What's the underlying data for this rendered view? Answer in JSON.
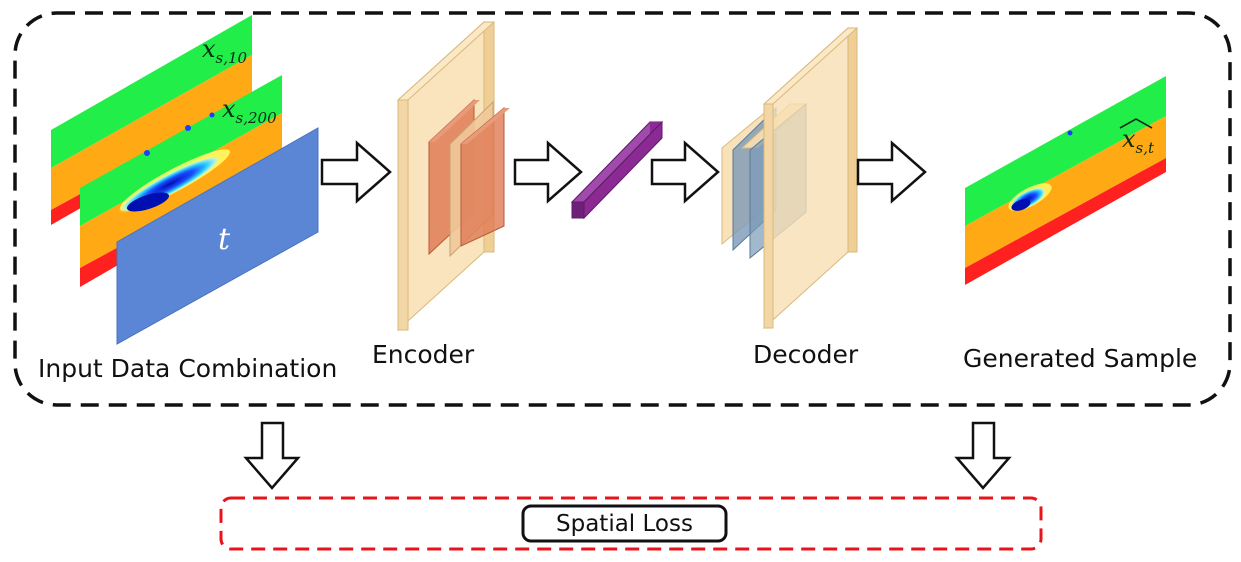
{
  "labels": {
    "input": "Input Data Combination",
    "encoder": "Encoder",
    "decoder": "Decoder",
    "generated": "Generated Sample",
    "loss": "Spatial Loss"
  },
  "math": {
    "x_s10_base": "x",
    "x_s10_sub": "s,10",
    "x_s200_base": "x",
    "x_s200_sub": "s,200",
    "t_label": "t",
    "xhat_base": "x",
    "xhat_sub": "s,t"
  },
  "colors": {
    "green": "#22ee4a",
    "orange": "#ffaa14",
    "red": "#ff2020",
    "blue_panel": "#5b86d6",
    "layer_tan": "#f8dfb3",
    "encoder_inner": "#df7d57",
    "latent": "#8a2a92",
    "decoder_inner": "#7b9ab8",
    "loss_border": "#e8141c"
  }
}
